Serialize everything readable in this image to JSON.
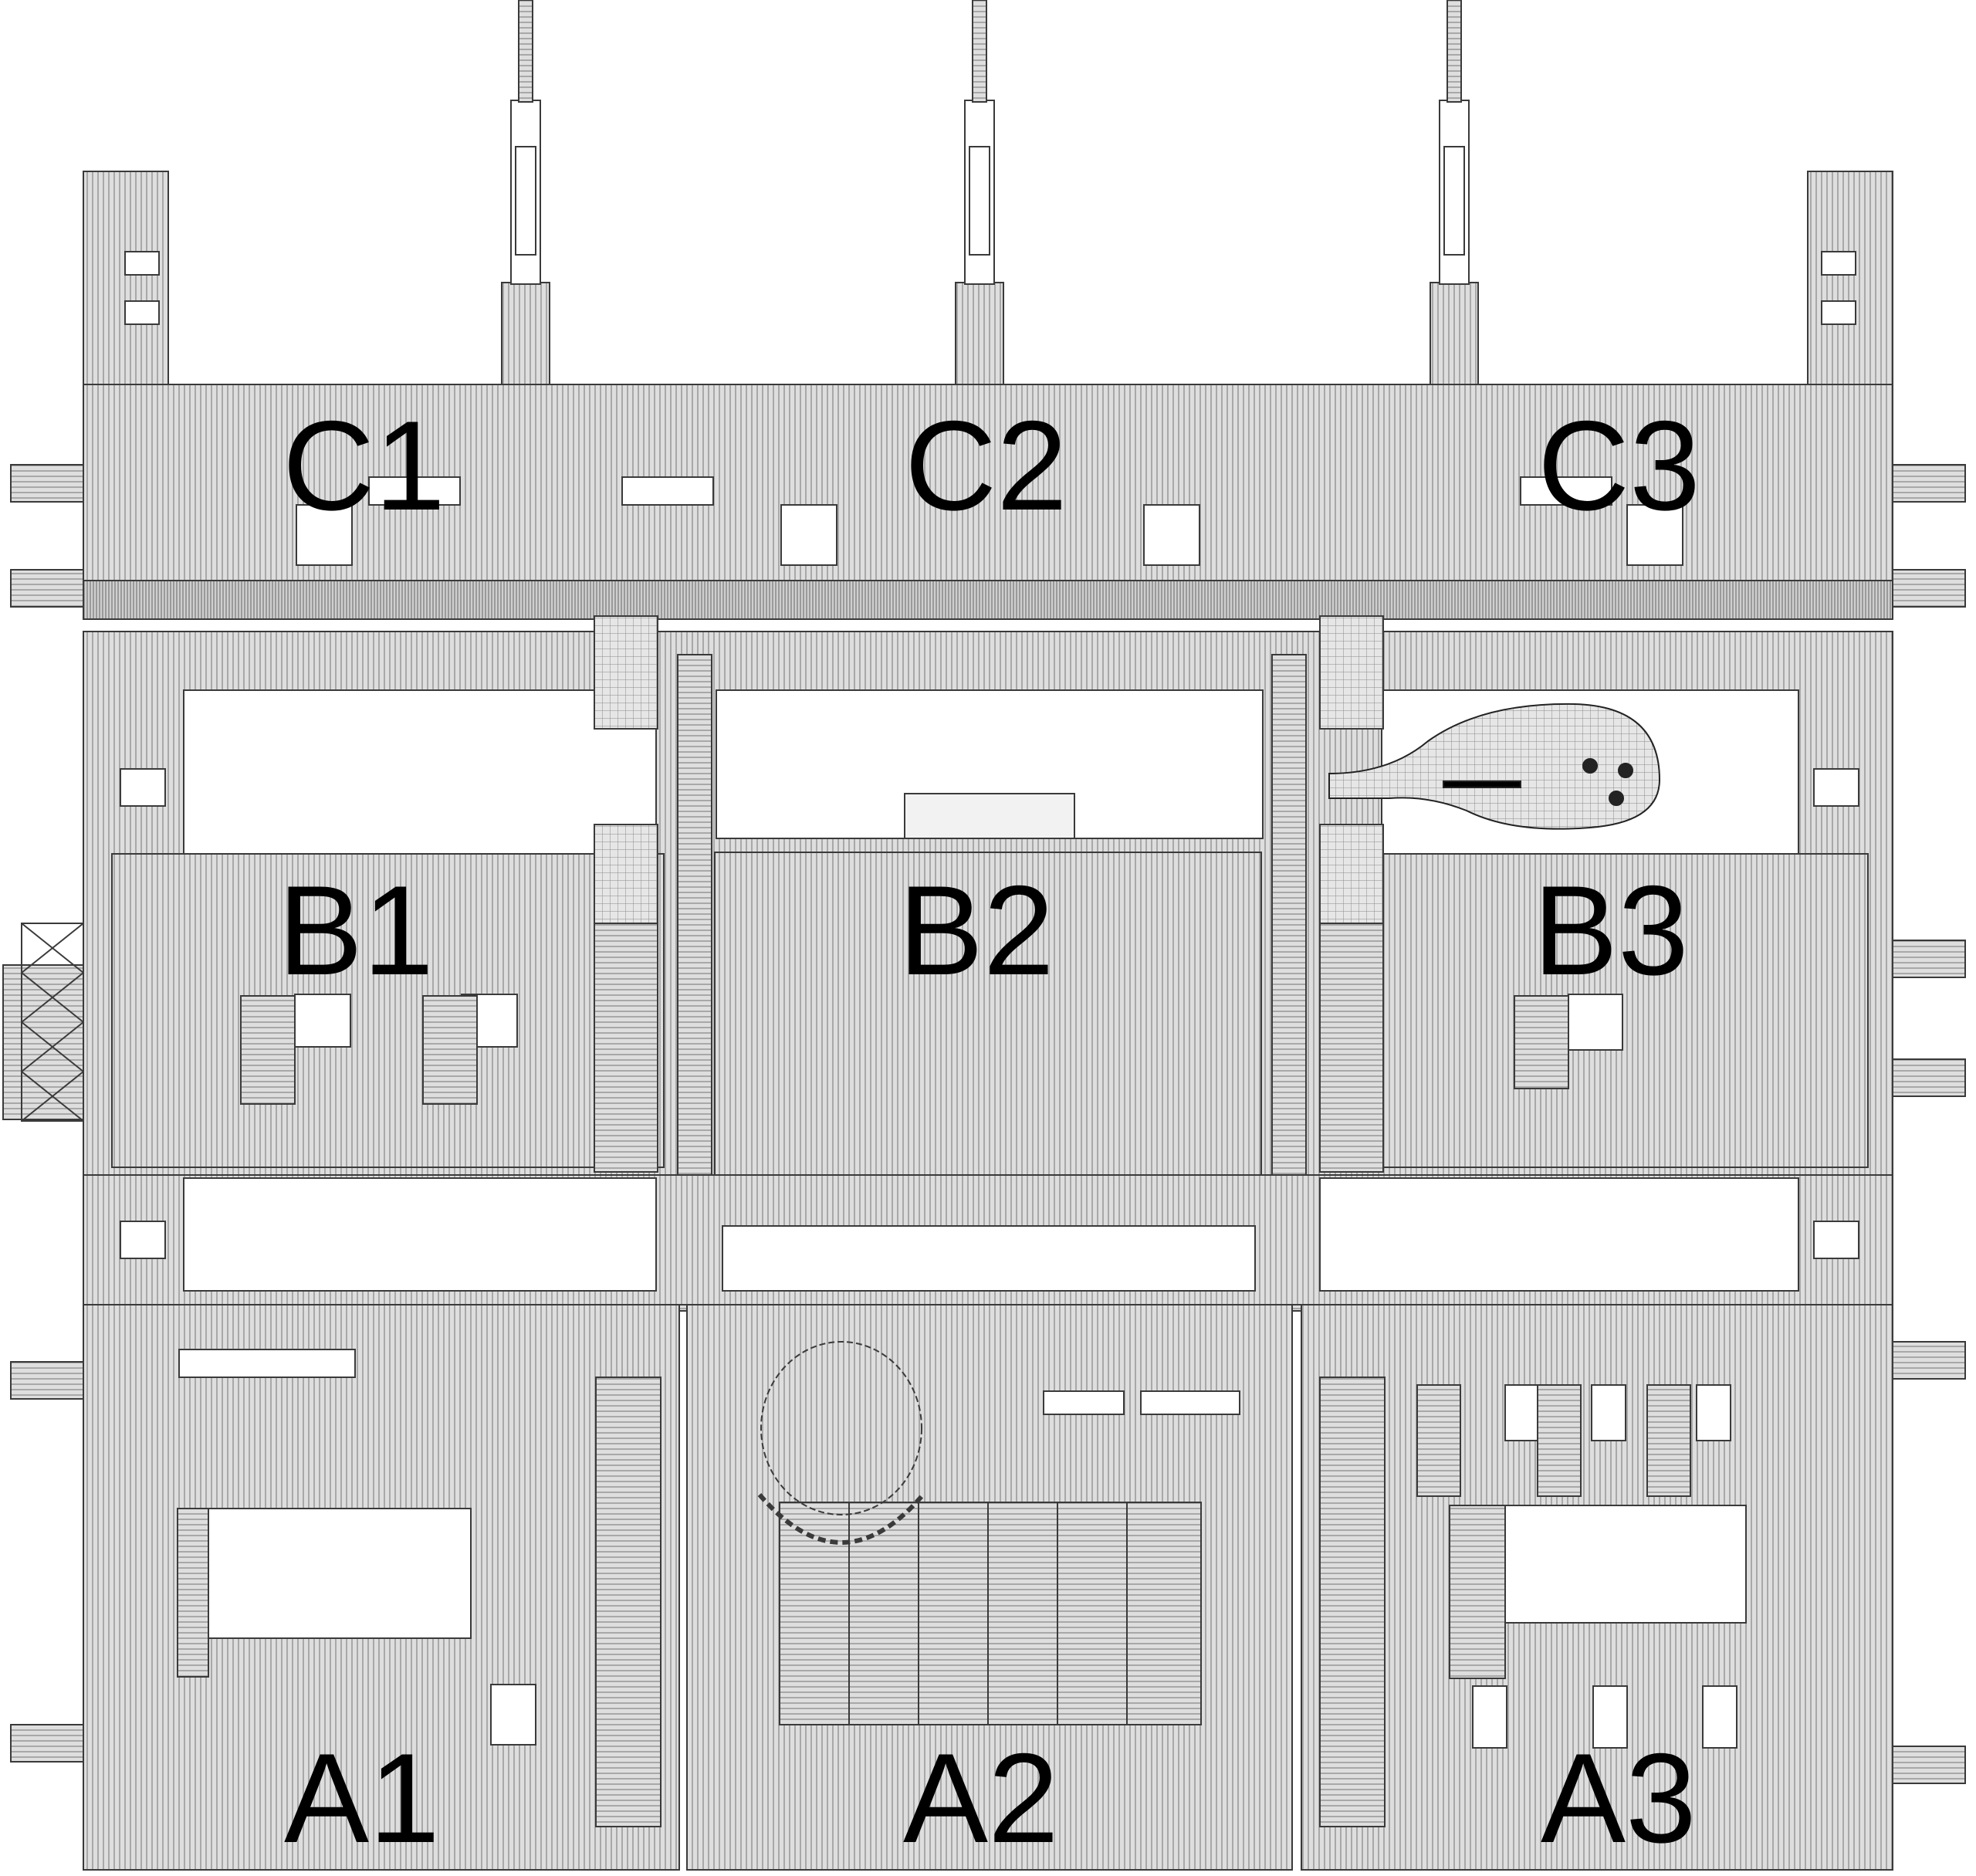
{
  "colors": {
    "background": "#ffffff",
    "roof_fill": "#dedede",
    "hatch": "#9a9a9a",
    "outline": "#3a3a3a",
    "label": "#000000"
  },
  "zones": {
    "c1": "C1",
    "c2": "C2",
    "c3": "C3",
    "b1": "B1",
    "b2": "B2",
    "b3": "B3",
    "a1": "A1",
    "a2": "A2",
    "a3": "A3"
  }
}
